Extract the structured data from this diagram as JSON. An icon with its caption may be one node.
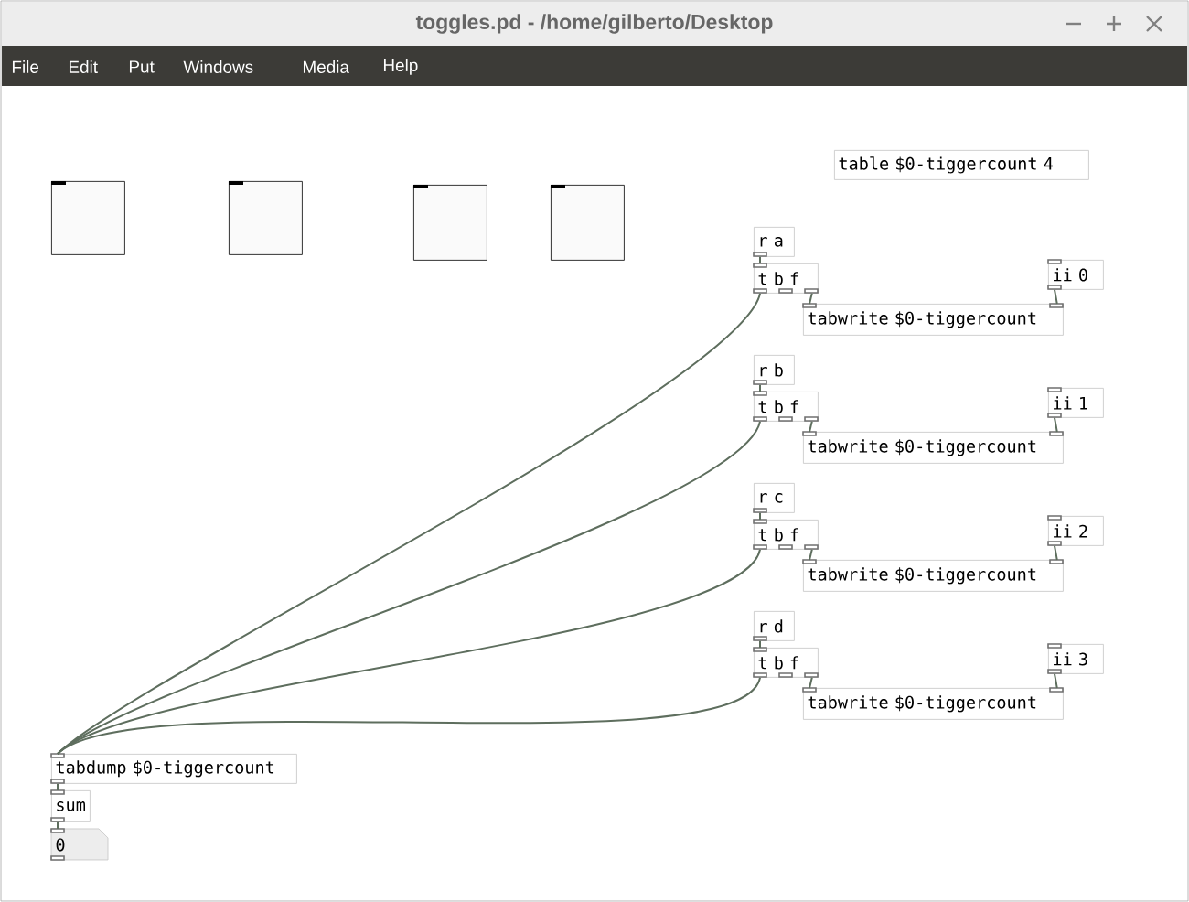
{
  "diagram": {
    "title": "toggles.pd  - /home/gilberto/Desktop",
    "nodes": [
      {
        "text": [],
        "shape": "box"
      },
      {
        "text": [],
        "shape": "box"
      },
      {
        "text": [],
        "shape": "box"
      },
      {
        "text": [],
        "shape": "box"
      },
      {
        "text": [
          "table $0-tiggercount 4"
        ]
      },
      {
        "text": [
          "r a"
        ]
      },
      {
        "text": [
          "t b f"
        ]
      },
      {
        "text": [
          "ii 0"
        ]
      },
      {
        "text": [
          "tabwrite $0-tiggercount"
        ]
      },
      {
        "text": [
          "r b"
        ]
      },
      {
        "text": [
          "t b f"
        ]
      },
      {
        "text": [
          "ii 1"
        ]
      },
      {
        "text": [
          "tabwrite $0-tiggercount"
        ]
      },
      {
        "text": [
          "r c"
        ]
      },
      {
        "text": [
          "t b f"
        ]
      },
      {
        "text": [
          "ii 2"
        ]
      },
      {
        "text": [
          "tabwrite $0-tiggercount"
        ]
      },
      {
        "text": [
          "r d"
        ]
      },
      {
        "text": [
          "t b f"
        ]
      },
      {
        "text": [
          "ii 3"
        ]
      },
      {
        "text": [
          "tabwrite $0-tiggercount"
        ]
      },
      {
        "text": [
          "tabdump $0-tiggercount"
        ]
      },
      {
        "text": [
          "sum"
        ]
      },
      {
        "text": [
          "0"
        ]
      }
    ],
    "edges": [
      {
        "from": 5,
        "to": 6,
        "arrow": "none"
      },
      {
        "from": 6,
        "to": 8,
        "arrow": "none"
      },
      {
        "from": 7,
        "to": 8,
        "arrow": "none"
      },
      {
        "from": 6,
        "to": 21,
        "arrow": "none"
      },
      {
        "from": 9,
        "to": 10,
        "arrow": "none"
      },
      {
        "from": 10,
        "to": 12,
        "arrow": "none"
      },
      {
        "from": 11,
        "to": 12,
        "arrow": "none"
      },
      {
        "from": 10,
        "to": 21,
        "arrow": "none"
      },
      {
        "from": 13,
        "to": 14,
        "arrow": "none"
      },
      {
        "from": 14,
        "to": 16,
        "arrow": "none"
      },
      {
        "from": 15,
        "to": 16,
        "arrow": "none"
      },
      {
        "from": 14,
        "to": 21,
        "arrow": "none"
      },
      {
        "from": 17,
        "to": 18,
        "arrow": "none"
      },
      {
        "from": 18,
        "to": 20,
        "arrow": "none"
      },
      {
        "from": 19,
        "to": 20,
        "arrow": "none"
      },
      {
        "from": 18,
        "to": 21,
        "arrow": "none"
      },
      {
        "from": 21,
        "to": 22,
        "arrow": "none"
      },
      {
        "from": 22,
        "to": 23,
        "arrow": "none"
      }
    ],
    "labels": [
      "File",
      "Edit",
      "Put",
      "Windows",
      "Media",
      "Help"
    ]
  }
}
